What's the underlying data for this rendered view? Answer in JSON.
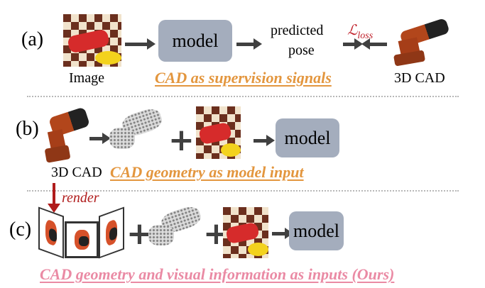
{
  "panels": {
    "a": {
      "label": "(a)",
      "image_label": "Image",
      "model_label": "model",
      "predicted_pose_line1": "predicted",
      "predicted_pose_line2": "pose",
      "loss_symbol": "ℒ",
      "loss_subscript": "loss",
      "cad_label": "3D CAD",
      "caption": "CAD as supervision  signals",
      "caption_color": "#e3963e",
      "icons": [
        "scene-image-icon",
        "arrow-right-icon",
        "arrow-right-icon",
        "arrow-converge-icon",
        "drill-cad-icon"
      ]
    },
    "b": {
      "label": "(b)",
      "cad_label": "3D CAD",
      "plus": "+",
      "model_label": "model",
      "caption": "CAD geometry as model input",
      "caption_color": "#e3963e",
      "icons": [
        "drill-cad-icon",
        "arrow-right-icon",
        "point-cloud-icon",
        "plus-icon",
        "scene-image-icon",
        "arrow-right-icon"
      ]
    },
    "c": {
      "label": "(c)",
      "render_label": "render",
      "plus": "+",
      "model_label": "model",
      "caption": "CAD geometry and visual information  as inputs (Ours)",
      "caption_color": "#ea8aa4",
      "icons": [
        "render-arrow-icon",
        "multi-view-render-icon",
        "plus-icon",
        "point-cloud-icon",
        "plus-icon",
        "scene-image-icon",
        "arrow-right-icon"
      ]
    }
  },
  "colors": {
    "model_box": "#a4adbd",
    "arrow": "#404040",
    "render_red": "#b01c1c",
    "loss_red": "#c0202a"
  }
}
